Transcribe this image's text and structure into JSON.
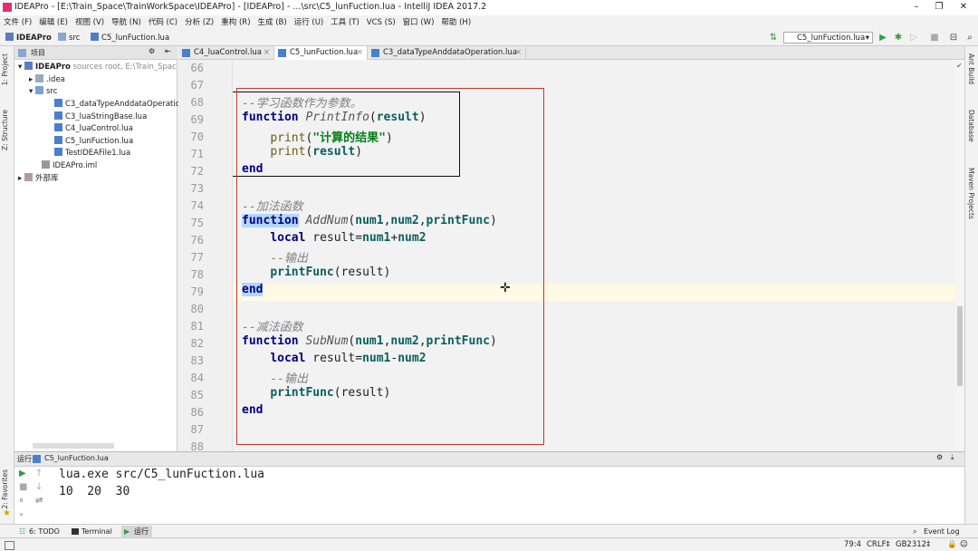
{
  "window": {
    "title": "IDEAPro - [E:\\Train_Space\\TrainWorkSpace\\IDEAPro] - [IDEAPro] - ...\\src\\C5_lunFuction.lua - IntelliJ IDEA 2017.2",
    "minimize": "–",
    "maximize": "❐",
    "close": "✕"
  },
  "menu": [
    "文件 (F)",
    "编辑 (E)",
    "视图 (V)",
    "导航 (N)",
    "代码 (C)",
    "分析 (Z)",
    "重构 (R)",
    "生成 (B)",
    "运行 (U)",
    "工具 (T)",
    "VCS (S)",
    "窗口 (W)",
    "帮助 (H)"
  ],
  "breadcrumb": {
    "project": "IDEAPro",
    "folder": "src",
    "file": "C5_lunFuction.lua"
  },
  "toolbar": {
    "run_config": "C5_lunFuction.lua",
    "run_icon": "▶",
    "debug_icon": "✱",
    "stop_icon": "■",
    "structure_icon": "⊟",
    "search_icon": "⌕"
  },
  "left_strip": {
    "project_tab": "1: Project",
    "structure_tab": "Z: Structure",
    "favorites_tab": "2: Favorites"
  },
  "project_panel": {
    "header": "项目",
    "tree": [
      {
        "label": "IDEAPro",
        "suffix": "sources root,  E:\\Train_Spac"
      },
      {
        "label": ".idea"
      },
      {
        "label": "src"
      },
      {
        "label": "C3_dataTypeAnddataOperatio"
      },
      {
        "label": "C3_luaStringBase.lua"
      },
      {
        "label": "C4_luaControl.lua"
      },
      {
        "label": "C5_lunFuction.lua"
      },
      {
        "label": "TestIDEAFile1.lua"
      },
      {
        "label": "IDEAPro.iml"
      },
      {
        "label": "外部库"
      }
    ]
  },
  "editor_tabs": [
    {
      "label": "C4_luaControl.lua"
    },
    {
      "label": "C5_lunFuction.lua"
    },
    {
      "label": "C3_dataTypeAnddataOperation.lua"
    }
  ],
  "code": {
    "line_numbers": [
      "66",
      "67",
      "68",
      "69",
      "70",
      "71",
      "72",
      "73",
      "74",
      "75",
      "76",
      "77",
      "78",
      "79",
      "80",
      "81",
      "82",
      "83",
      "84",
      "85",
      "86",
      "87",
      "88"
    ],
    "l68": "--学习函数作为参数。",
    "l69_kw": "function",
    "l69_name": "PrintInfo",
    "l69_open": "(",
    "l69_p": "result",
    "l69_close": ")",
    "l70_fn": "print",
    "l70_open": "(",
    "l70_str": "\"计算的结果\"",
    "l70_close": ")",
    "l71_fn": "print",
    "l71_open": "(",
    "l71_p": "result",
    "l71_close": ")",
    "l72": "end",
    "l74": "--加法函数",
    "l75_kw": "function",
    "l75_name": "AddNum",
    "l75_open": "(",
    "l75_p1": "num1",
    "l75_c1": ",",
    "l75_p2": "num2",
    "l75_c2": ",",
    "l75_p3": "printFunc",
    "l75_close": ")",
    "l76_kw": "local",
    "l76_var": " result=",
    "l76_a": "num1",
    "l76_op": "+",
    "l76_b": "num2",
    "l77": "--输出",
    "l78_p": "printFunc",
    "l78_rest": "(result)",
    "l79": "end",
    "l81": "--减法函数",
    "l82_kw": "function",
    "l82_name": "SubNum",
    "l82_open": "(",
    "l82_p1": "num1",
    "l82_c1": ",",
    "l82_p2": "num2",
    "l82_c2": ",",
    "l82_p3": "printFunc",
    "l82_close": ")",
    "l83_kw": "local",
    "l83_var": " result=",
    "l83_a": "num1",
    "l83_op": "-",
    "l83_b": "num2",
    "l84": "--输出",
    "l85_p": "printFunc",
    "l85_rest": "(result)",
    "l86": "end"
  },
  "run_panel": {
    "tab_label": "运行",
    "config": "C5_lunFuction.lua",
    "command": "lua.exe src/C5_lunFuction.lua",
    "output": "10  20  30"
  },
  "right_strip": {
    "ant": "Ant Build",
    "database": "Database",
    "maven": "Maven Projects"
  },
  "bottom_tabs": {
    "todo": "6: TODO",
    "terminal": "Terminal",
    "run": "运行",
    "event_log": "Event Log"
  },
  "status": {
    "position": "79:4",
    "line_sep": "CRLF‡",
    "encoding": "GB2312‡"
  },
  "colors": {
    "highlight_box": "#c0392b",
    "selection": "#b3d7ff",
    "current_line": "#fffae3"
  }
}
